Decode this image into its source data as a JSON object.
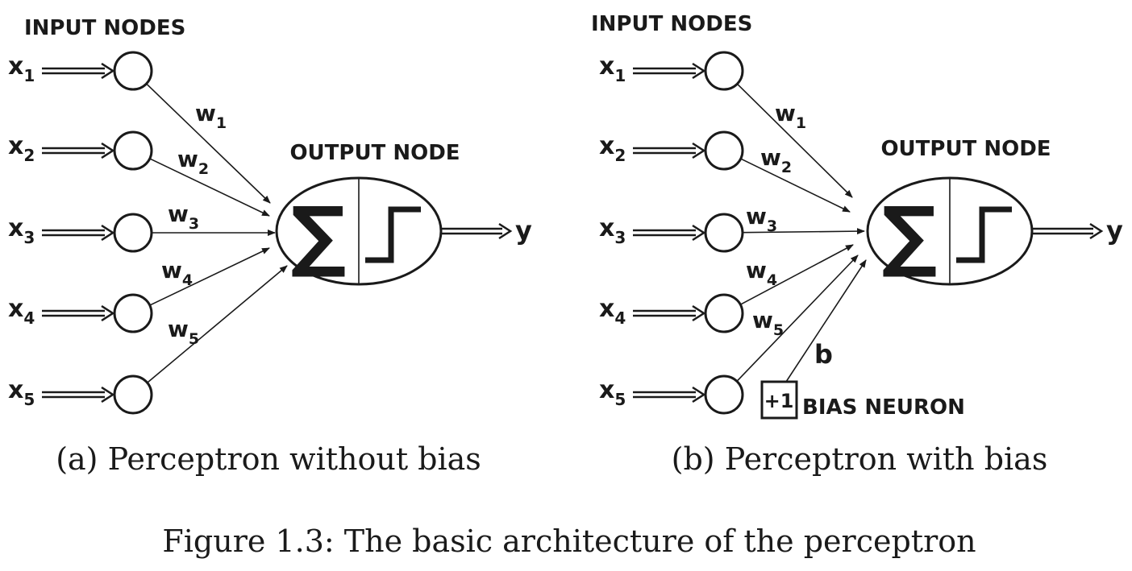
{
  "panel_a": {
    "header": "INPUT NODES",
    "output_header": "OUTPUT NODE",
    "inputs": [
      "x",
      "x",
      "x",
      "x",
      "x"
    ],
    "input_subs": [
      "1",
      "2",
      "3",
      "4",
      "5"
    ],
    "weights": [
      "w",
      "w",
      "w",
      "w",
      "w"
    ],
    "weight_subs": [
      "1",
      "2",
      "3",
      "4",
      "5"
    ],
    "sum_symbol": "∑",
    "output": "y",
    "caption": "(a) Perceptron without bias"
  },
  "panel_b": {
    "header": "INPUT NODES",
    "output_header": "OUTPUT NODE",
    "inputs": [
      "x",
      "x",
      "x",
      "x",
      "x"
    ],
    "input_subs": [
      "1",
      "2",
      "3",
      "4",
      "5"
    ],
    "weights": [
      "w",
      "w",
      "w",
      "w",
      "w"
    ],
    "weight_subs": [
      "1",
      "2",
      "3",
      "4",
      "5"
    ],
    "sum_symbol": "∑",
    "output": "y",
    "bias_weight": "b",
    "bias_value": "+1",
    "bias_label": "BIAS NEURON",
    "caption": "(b) Perceptron with bias"
  },
  "figure_caption": "Figure 1.3: The basic architecture of the perceptron",
  "colors": {
    "ink": "#1a1a1a",
    "background": "#ffffff"
  }
}
